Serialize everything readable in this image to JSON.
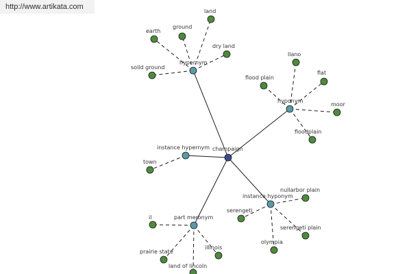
{
  "banner": {
    "url": "http://www.artikata.com"
  },
  "graph": {
    "colors": {
      "root": "#3b4a8a",
      "relation": "#5a9aa6",
      "leaf": "#4e8a3e",
      "edge": "#1a1a1a"
    },
    "nodes": [
      {
        "id": "champaign",
        "label": "champaign",
        "kind": "root"
      },
      {
        "id": "hypernym",
        "label": "hypernym",
        "kind": "relation"
      },
      {
        "id": "hyponym",
        "label": "hyponym",
        "kind": "relation"
      },
      {
        "id": "instance-hypernym",
        "label": "instance hypernym",
        "kind": "relation"
      },
      {
        "id": "instance-hyponym",
        "label": "instance hyponym",
        "kind": "relation"
      },
      {
        "id": "part-meronym",
        "label": "part meronym",
        "kind": "relation"
      },
      {
        "id": "land",
        "label": "land",
        "kind": "leaf"
      },
      {
        "id": "earth",
        "label": "earth",
        "kind": "leaf"
      },
      {
        "id": "ground",
        "label": "ground",
        "kind": "leaf"
      },
      {
        "id": "dry-land",
        "label": "dry land",
        "kind": "leaf"
      },
      {
        "id": "solid-ground",
        "label": "solid ground",
        "kind": "leaf"
      },
      {
        "id": "llano",
        "label": "llano",
        "kind": "leaf"
      },
      {
        "id": "flood-plain",
        "label": "flood plain",
        "kind": "leaf"
      },
      {
        "id": "flat",
        "label": "flat",
        "kind": "leaf"
      },
      {
        "id": "moor",
        "label": "moor",
        "kind": "leaf"
      },
      {
        "id": "floodplain",
        "label": "floodplain",
        "kind": "leaf"
      },
      {
        "id": "town",
        "label": "town",
        "kind": "leaf"
      },
      {
        "id": "nullarbor-plain",
        "label": "nullarbor plain",
        "kind": "leaf"
      },
      {
        "id": "serengeti",
        "label": "serengeti",
        "kind": "leaf"
      },
      {
        "id": "serengeti-plain",
        "label": "serengeti plain",
        "kind": "leaf"
      },
      {
        "id": "olympia",
        "label": "olympia",
        "kind": "leaf"
      },
      {
        "id": "il",
        "label": "il",
        "kind": "leaf"
      },
      {
        "id": "illinois",
        "label": "illinois",
        "kind": "leaf"
      },
      {
        "id": "prairie-state",
        "label": "prairie state",
        "kind": "leaf"
      },
      {
        "id": "land-of-lincoln",
        "label": "land of lincoln",
        "kind": "leaf"
      }
    ],
    "edges": [
      {
        "from": "champaign",
        "to": "hypernym",
        "style": "solid"
      },
      {
        "from": "champaign",
        "to": "hyponym",
        "style": "solid"
      },
      {
        "from": "champaign",
        "to": "instance-hypernym",
        "style": "solid"
      },
      {
        "from": "champaign",
        "to": "instance-hyponym",
        "style": "solid"
      },
      {
        "from": "champaign",
        "to": "part-meronym",
        "style": "solid"
      },
      {
        "from": "hypernym",
        "to": "land",
        "style": "dashed"
      },
      {
        "from": "hypernym",
        "to": "earth",
        "style": "dashed"
      },
      {
        "from": "hypernym",
        "to": "ground",
        "style": "dashed"
      },
      {
        "from": "hypernym",
        "to": "dry-land",
        "style": "dashed"
      },
      {
        "from": "hypernym",
        "to": "solid-ground",
        "style": "dashed"
      },
      {
        "from": "hyponym",
        "to": "llano",
        "style": "dashed"
      },
      {
        "from": "hyponym",
        "to": "flood-plain",
        "style": "dashed"
      },
      {
        "from": "hyponym",
        "to": "flat",
        "style": "dashed"
      },
      {
        "from": "hyponym",
        "to": "moor",
        "style": "dashed"
      },
      {
        "from": "hyponym",
        "to": "floodplain",
        "style": "dashed"
      },
      {
        "from": "instance-hypernym",
        "to": "town",
        "style": "dashed"
      },
      {
        "from": "instance-hyponym",
        "to": "nullarbor-plain",
        "style": "dashed"
      },
      {
        "from": "instance-hyponym",
        "to": "serengeti",
        "style": "dashed"
      },
      {
        "from": "instance-hyponym",
        "to": "serengeti-plain",
        "style": "dashed"
      },
      {
        "from": "instance-hyponym",
        "to": "olympia",
        "style": "dashed"
      },
      {
        "from": "part-meronym",
        "to": "il",
        "style": "dashed"
      },
      {
        "from": "part-meronym",
        "to": "illinois",
        "style": "dashed"
      },
      {
        "from": "part-meronym",
        "to": "prairie-state",
        "style": "dashed"
      },
      {
        "from": "part-meronym",
        "to": "land-of-lincoln",
        "style": "dashed"
      }
    ]
  }
}
